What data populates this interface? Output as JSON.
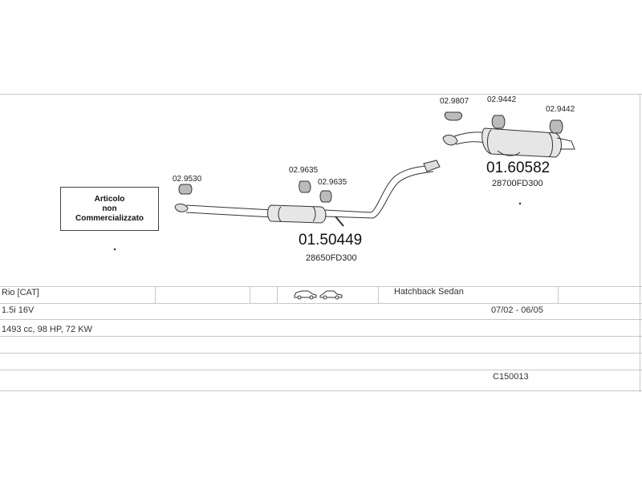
{
  "diagram": {
    "note_box": {
      "lines": [
        "Articolo",
        "non",
        "Commercializzato"
      ]
    },
    "parts": [
      {
        "number": "01.50449",
        "oem": "28650FD300"
      },
      {
        "number": "01.60582",
        "oem": "28700FD300"
      }
    ],
    "small_parts": [
      "02.9530",
      "02.9635",
      "02.9635",
      "02.9807",
      "02.9442",
      "02.9442"
    ]
  },
  "vehicle": {
    "model": "Rio  [CAT]",
    "body_types": "Hatchback Sedan",
    "engine": "1.5i 16V",
    "years": "07/02 - 06/05",
    "specs": "1493 cc, 98 HP, 72 KW",
    "code": "C150013"
  },
  "icons": {
    "body_icons": [
      "car-hatchback-icon",
      "car-sedan-icon"
    ]
  },
  "colors": {
    "line": "#c8c8c8",
    "drawing": "#333333"
  }
}
